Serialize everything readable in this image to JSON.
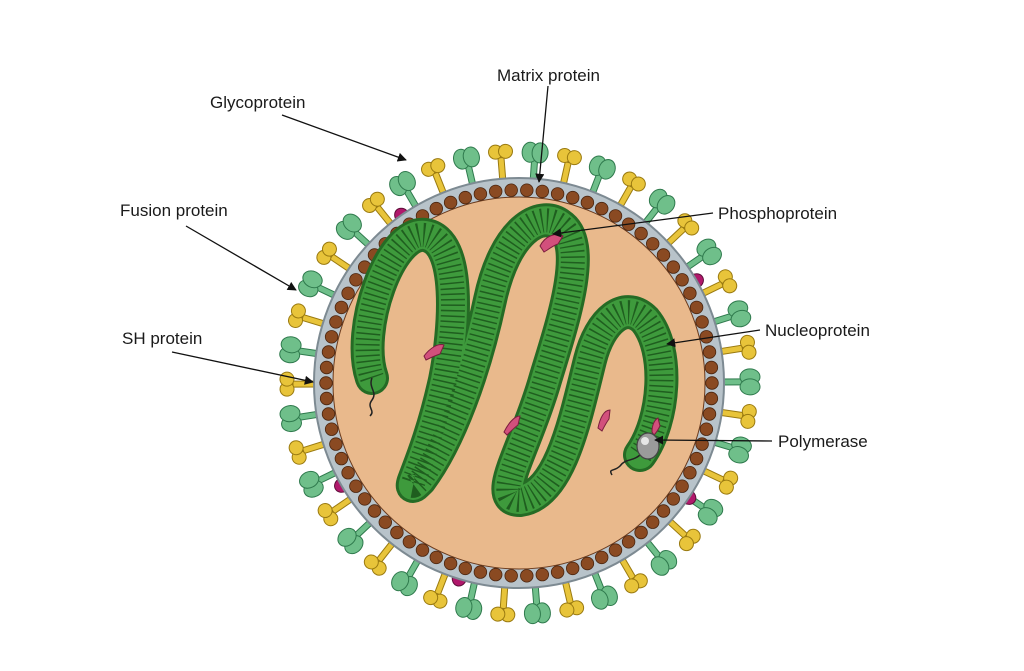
{
  "labels": {
    "glycoprotein": "Glycoprotein",
    "matrix_protein": "Matrix protein",
    "fusion_protein": "Fusion protein",
    "phosphoprotein": "Phosphoprotein",
    "sh_protein": "SH protein",
    "nucleoprotein": "Nucleoprotein",
    "polymerase": "Polymerase"
  },
  "colors": {
    "interior": "#e9b98c",
    "membrane": "#b8c3ca",
    "matrix_bead": "#8a4a22",
    "glycoprotein": "#6fbf8a",
    "fusion_protein": "#e8c43a",
    "sh_protein": "#b0186b",
    "nucleocapsid": "#3e9a3c",
    "phosphoprotein": "#d2507c",
    "polymerase": "#9b9b9b"
  }
}
